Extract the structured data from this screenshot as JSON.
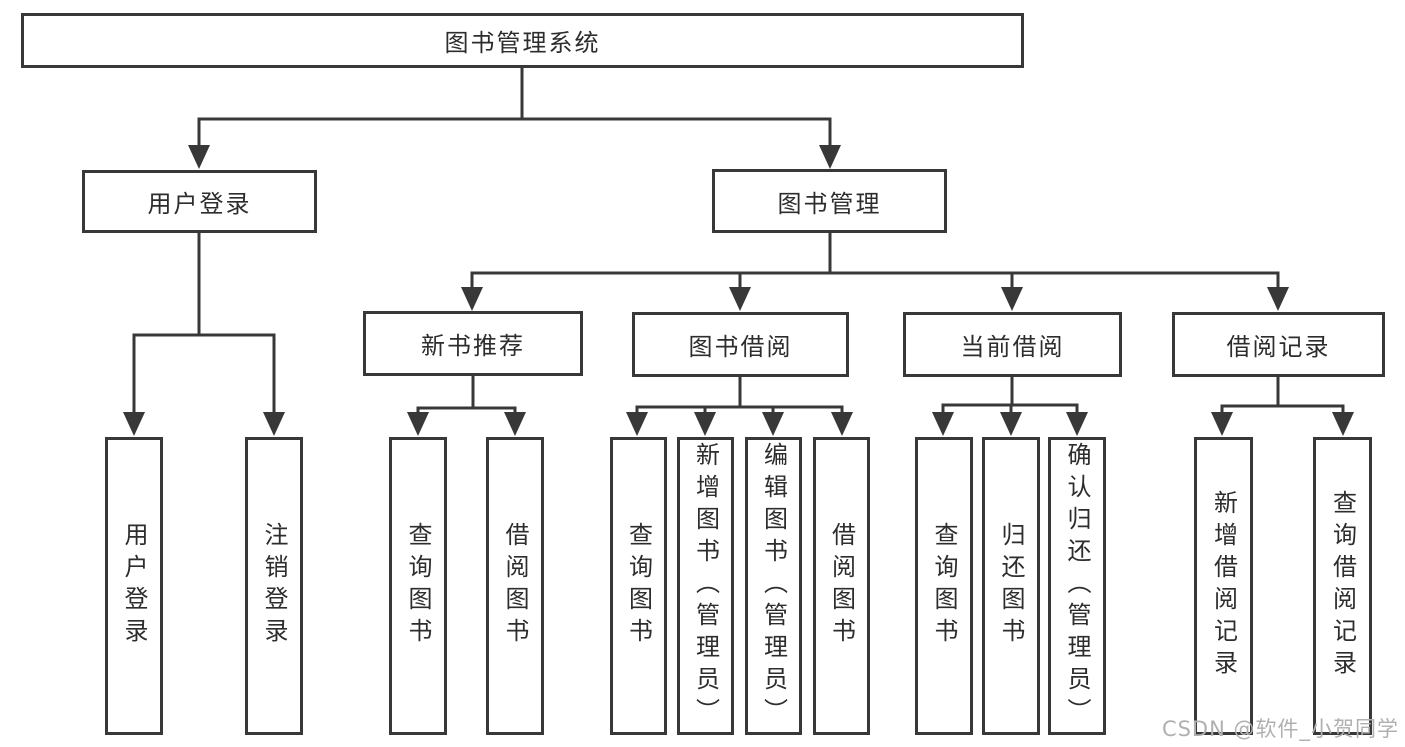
{
  "diagram": {
    "type": "hierarchy-tree",
    "label": "图书管理系统",
    "children": [
      {
        "label": "用户登录",
        "children": [
          {
            "label": "用户登录"
          },
          {
            "label": "注销登录"
          }
        ]
      },
      {
        "label": "图书管理",
        "children": [
          {
            "label": "新书推荐",
            "children": [
              {
                "label": "查询图书"
              },
              {
                "label": "借阅图书"
              }
            ]
          },
          {
            "label": "图书借阅",
            "children": [
              {
                "label": "查询图书"
              },
              {
                "label": "新增图书（管理员）"
              },
              {
                "label": "编辑图书（管理员）"
              },
              {
                "label": "借阅图书"
              }
            ]
          },
          {
            "label": "当前借阅",
            "children": [
              {
                "label": "查询图书"
              },
              {
                "label": "归还图书"
              },
              {
                "label": "确认归还（管理员）"
              }
            ]
          },
          {
            "label": "借阅记录",
            "children": [
              {
                "label": "新增借阅记录"
              },
              {
                "label": "查询借阅记录"
              }
            ]
          }
        ]
      }
    ]
  },
  "watermark": {
    "text": "CSDN @软件_小贺同学",
    "color": "#b0b0b0"
  },
  "colors": {
    "line": "#383838",
    "text": "#2d2d2d",
    "background": "#ffffff"
  }
}
